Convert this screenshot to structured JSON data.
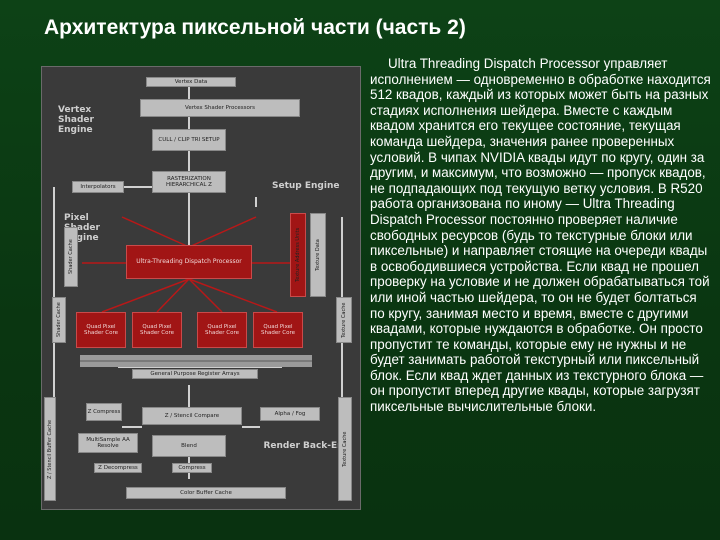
{
  "slide": {
    "title": "Архитектура пиксельной части (часть 2)",
    "paragraph": "Ultra Threading Dispatch Processor управляет исполнением — одновременно в обработке находится 512 квадов, каждый из которых может быть на разных стадиях исполнения шейдера. Вместе с каждым квадом хранится его текущее состояние, текущая команда шейдера, значения ранее проверенных условий. В чипах NVIDIA квады идут по кругу, один за другим, и максимум, что возможно — пропуск квадов, не подпадающих под текущую ветку условия. В R520 работа организована по иному — Ultra Threading Dispatch Processor постоянно проверяет наличие свободных ресурсов (будь то текстурные блоки или пиксельные) и направляет стоящие на очереди квады в освободившиеся устройства. Если квад не прошел проверку на условие и не должен обрабатываться той или иной частью шейдера, то он не будет болтаться по кругу, занимая место и время, вместе с другими квадами, которые нуждаются в обработке. Он просто пропустит те команды, которые ему не нужны и не будет занимать работой текстурный или пиксельный блок. Если квад ждет данных из текстурного блока — он пропустит вперед другие квады, которые загрузят пиксельные вычислительные блоки."
  },
  "diagram": {
    "vertex_data": "Vertex Data",
    "vertex_shader_processors": "Vertex Shader Processors",
    "vertex_shader_engine": "Vertex Shader Engine",
    "cull_clip": "CULL / CLIP TRI SETUP",
    "interpolators": "Interpolators",
    "rasterization": "RASTERIZATION HIERARCHICAL Z",
    "setup_engine": "Setup Engine",
    "pixel_shader_engine": "Pixel Shader Engine",
    "texture_address_units": "Texture Address Units",
    "texture_data": "Texture Data",
    "ultra_threading": "Ultra-Threading Dispatch Processor",
    "shader_cache_left": "Shader Cache",
    "texture_cache_right": "Texture Cache",
    "quad_core": "Quad Pixel Shader Core",
    "gpr_array": "General Purpose Register Arrays",
    "z_compress": "Z Compress",
    "z_stencil_compare": "Z / Stencil Compare",
    "alpha_fog": "Alpha / Fog",
    "msaa_resolve": "MultiSample AA Resolve",
    "blend": "Blend",
    "z_decompress": "Z Decompress",
    "compress": "Compress",
    "render_back_end": "Render Back-End",
    "color_buffer_cache": "Color Buffer Cache",
    "stencil_buffer_cache": "Z / Stencil Buffer Cache",
    "texture_cache_bottom": "Texture Cache"
  }
}
